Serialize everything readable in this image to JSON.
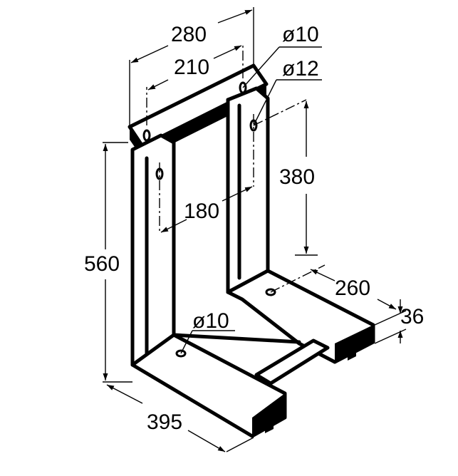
{
  "dimensions": {
    "width_top": "280",
    "hole_spacing_top": "210",
    "hole_top_dia": "ø10",
    "hole_upper_dia": "ø12",
    "vertical_hole_span": "380",
    "height": "560",
    "inner_spacing": "180",
    "depth_right": "260",
    "foot_height": "36",
    "foot_hole_dia": "ø10",
    "depth_bottom": "395"
  },
  "colors": {
    "line": "#000000",
    "background": "#ffffff"
  }
}
